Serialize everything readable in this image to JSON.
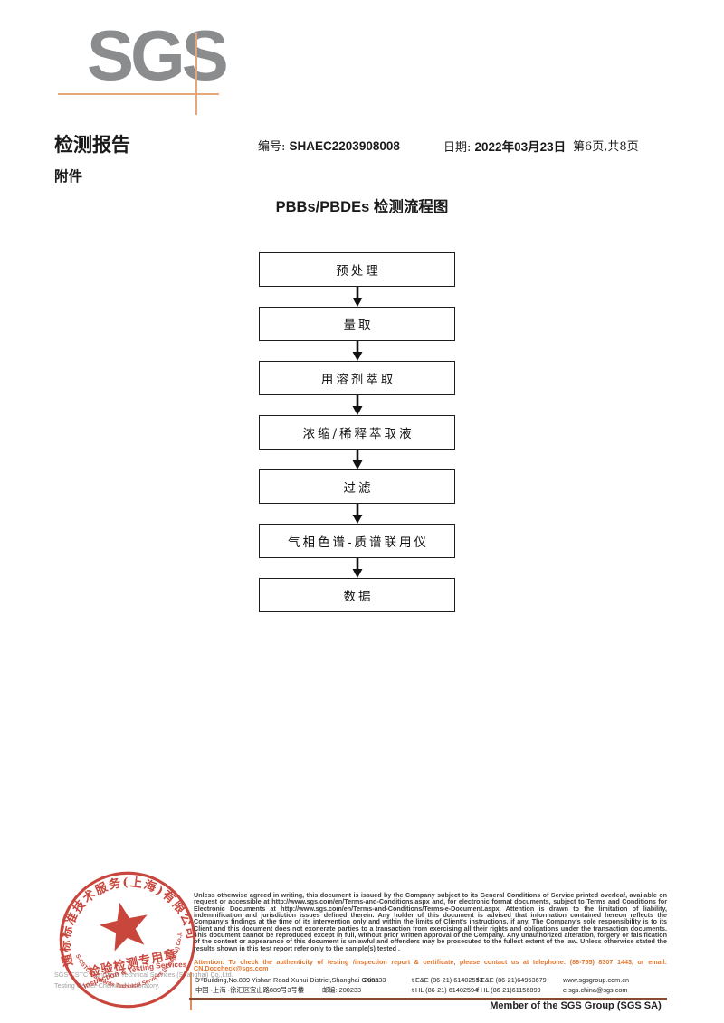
{
  "logo": {
    "text": "SGS"
  },
  "header": {
    "report_title": "检测报告",
    "attachment_label": "附件",
    "no_label": "编号:",
    "no_value": "SHAEC2203908008",
    "date_label": "日期:",
    "date_value": "2022年03月23日",
    "page_info": "第6页,共8页"
  },
  "flowchart": {
    "title": "PBBs/PBDEs 检测流程图",
    "steps": [
      "预处理",
      "量取",
      "用溶剂萃取",
      "浓缩/稀释萃取液",
      "过滤",
      "气相色谱-质谱联用仪",
      "数据"
    ]
  },
  "stamp": {
    "company_arc_cn": "通标标准技术服务(上海)有限公司",
    "company_arc_en": "SGS-CSTC Standards Technical Services (Shanghai) Co.,Ltd.",
    "seal_title": "检验检测专用章",
    "seal_subtitle": "Inspection & Testing Services"
  },
  "footer": {
    "company_gray_line1": "SGS-CSTC Standards Technical Services (Shanghai) Co.,Ltd.",
    "company_gray_line2": "Testing Center-Chemical Laboratory.",
    "legal_text": "Unless otherwise agreed in writing, this document is issued by the Company subject to its General Conditions of Service printed overleaf, available on request or accessible at http://www.sgs.com/en/Terms-and-Conditions.aspx and, for electronic format documents, subject to Terms and Conditions for Electronic Documents at http://www.sgs.com/en/Terms-and-Conditions/Terms-e-Document.aspx. Attention is drawn to the limitation of liability, indemnification and jurisdiction issues defined therein. Any holder of this document is advised that information contained hereon reflects the Company's findings at the time of its intervention only and within the limits of Client's instructions, if any. The Company's sole responsibility is to its Client and this document does not exonerate parties to a transaction from exercising all their rights and obligations under the transaction documents. This document cannot be reproduced except in full, without prior written approval of the Company. Any unauthorized alteration, forgery or falsification of the content or appearance of this document is unlawful and offenders may be prosecuted to the fullest extent of the law. Unless otherwise stated the results shown in this test report refer only to the sample(s) tested .",
    "attention_text": "Attention: To check the authenticity of testing /inspection report & certificate, please contact us at telephone: (86-755) 8307 1443, or email: CN.Doccheck@sgs.com",
    "address_en": "3ʳᵈBuilding,No.889 Yishan Road Xuhui District,Shanghai China",
    "postal_en": "200233",
    "tel_en": "t E&E (86-21) 61402553",
    "fax_en": "f E&E (86-21)64953679",
    "web": "www.sgsgroup.com.cn",
    "address_cn": "中国 ·上海 ·徐汇区宜山路889号3号楼",
    "postal_cn": "邮编: 200233",
    "tel_cn": "t HL (86-21) 61402594",
    "fax_cn": "f HL (86-21)61156899",
    "email": "e  sgs.china@sgs.com",
    "member_text": "Member of the SGS Group (SGS SA)"
  },
  "colors": {
    "logo_gray": "#8a8c8e",
    "crosshair_orange": "#e6a67c",
    "footer_line_brown": "#8b4a2b",
    "attention_orange": "#e0762f",
    "stamp_red": "#c5392f"
  }
}
